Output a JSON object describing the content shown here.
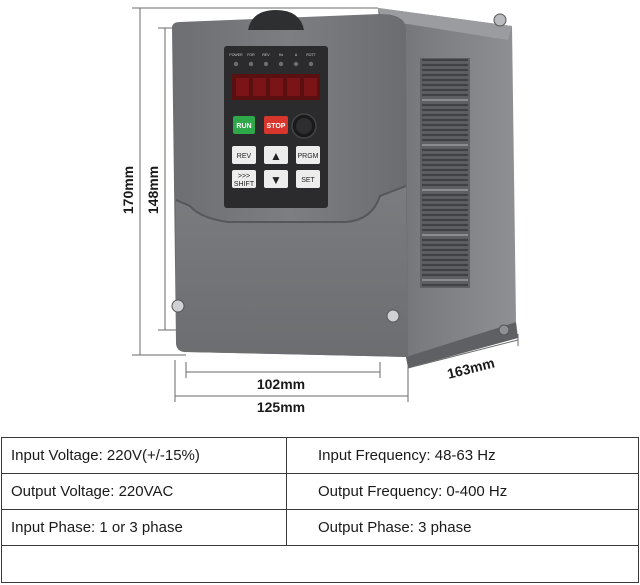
{
  "dimensions": {
    "total_height": "170mm",
    "body_height": "148mm",
    "front_width": "102mm",
    "total_width": "125mm",
    "depth": "163mm"
  },
  "keypad": {
    "indicators": [
      "POWER",
      "FOR",
      "REV",
      "Hz",
      "A",
      "ROTT"
    ],
    "run": "RUN",
    "stop": "STOP",
    "rev": "REV",
    "prgm": "PRGM",
    "shift_arrows": ">>>",
    "shift": "SHIFT",
    "set": "SET",
    "up_arrow": "▲",
    "down_arrow": "▼"
  },
  "colors": {
    "body": "#75777a",
    "body_dark": "#5a5c5f",
    "side": "#8a8c8f",
    "panel": "#2b2b2d",
    "display": "#5a0f10",
    "run": "#2fa84a",
    "stop": "#d8362c"
  },
  "specs": {
    "rows": [
      {
        "left": "Input Voltage: 220V(+/-15%)",
        "right": "Input Frequency: 48-63 Hz"
      },
      {
        "left": "Output Voltage: 220VAC",
        "right": "Output Frequency: 0-400 Hz"
      },
      {
        "left": "Input Phase: 1 or 3 phase",
        "right": "Output Phase: 3 phase"
      }
    ]
  }
}
